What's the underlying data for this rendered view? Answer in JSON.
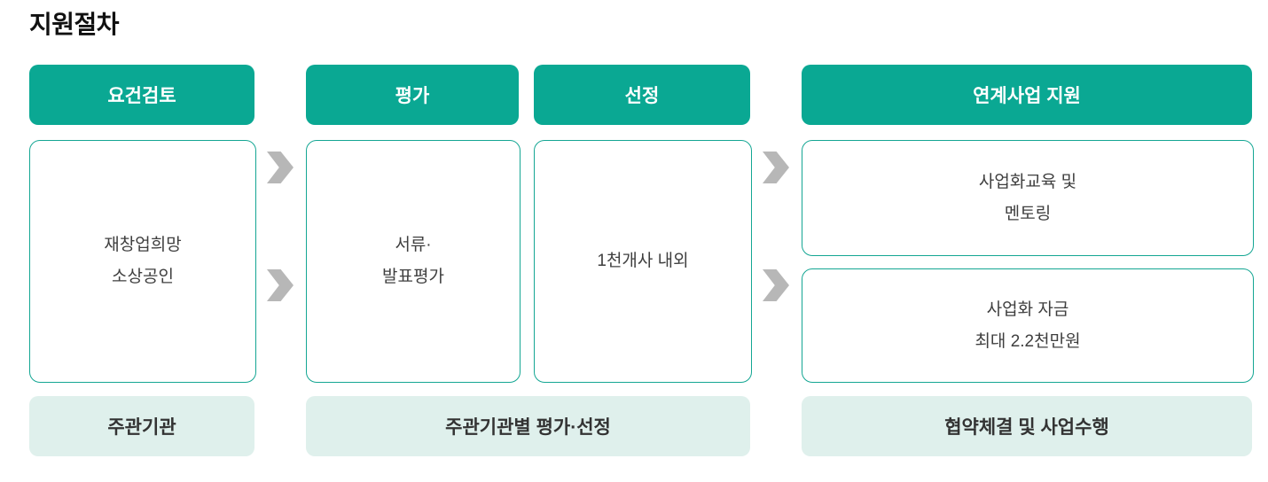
{
  "title": "지원절차",
  "colors": {
    "teal": "#0aa893",
    "mint": "#dff0ec",
    "arrow": "#b7b7b7",
    "header_text": "#ffffff",
    "body_text": "#3f3f3f",
    "footer_text": "#333333",
    "title_text": "#111111",
    "box_border": "#14a693"
  },
  "steps": [
    {
      "header": "요건검토"
    },
    {
      "header": "평가"
    },
    {
      "header": "선정"
    },
    {
      "header": "연계사업 지원"
    }
  ],
  "boxes": {
    "requirements": {
      "lines": [
        "재창업희망",
        "소상공인"
      ]
    },
    "evaluation": {
      "lines": [
        "서류·",
        "발표평가"
      ]
    },
    "selection": {
      "lines": [
        "1천개사 내외"
      ]
    },
    "linked_support_1": {
      "lines": [
        "사업화교육 및",
        "멘토링"
      ]
    },
    "linked_support_2": {
      "lines": [
        "사업화 자금",
        "최대 2.2천만원"
      ]
    }
  },
  "footers": {
    "host_org": "주관기관",
    "eval_selection": "주관기관별 평가·선정",
    "agreement": "협약체결 및 사업수행"
  }
}
